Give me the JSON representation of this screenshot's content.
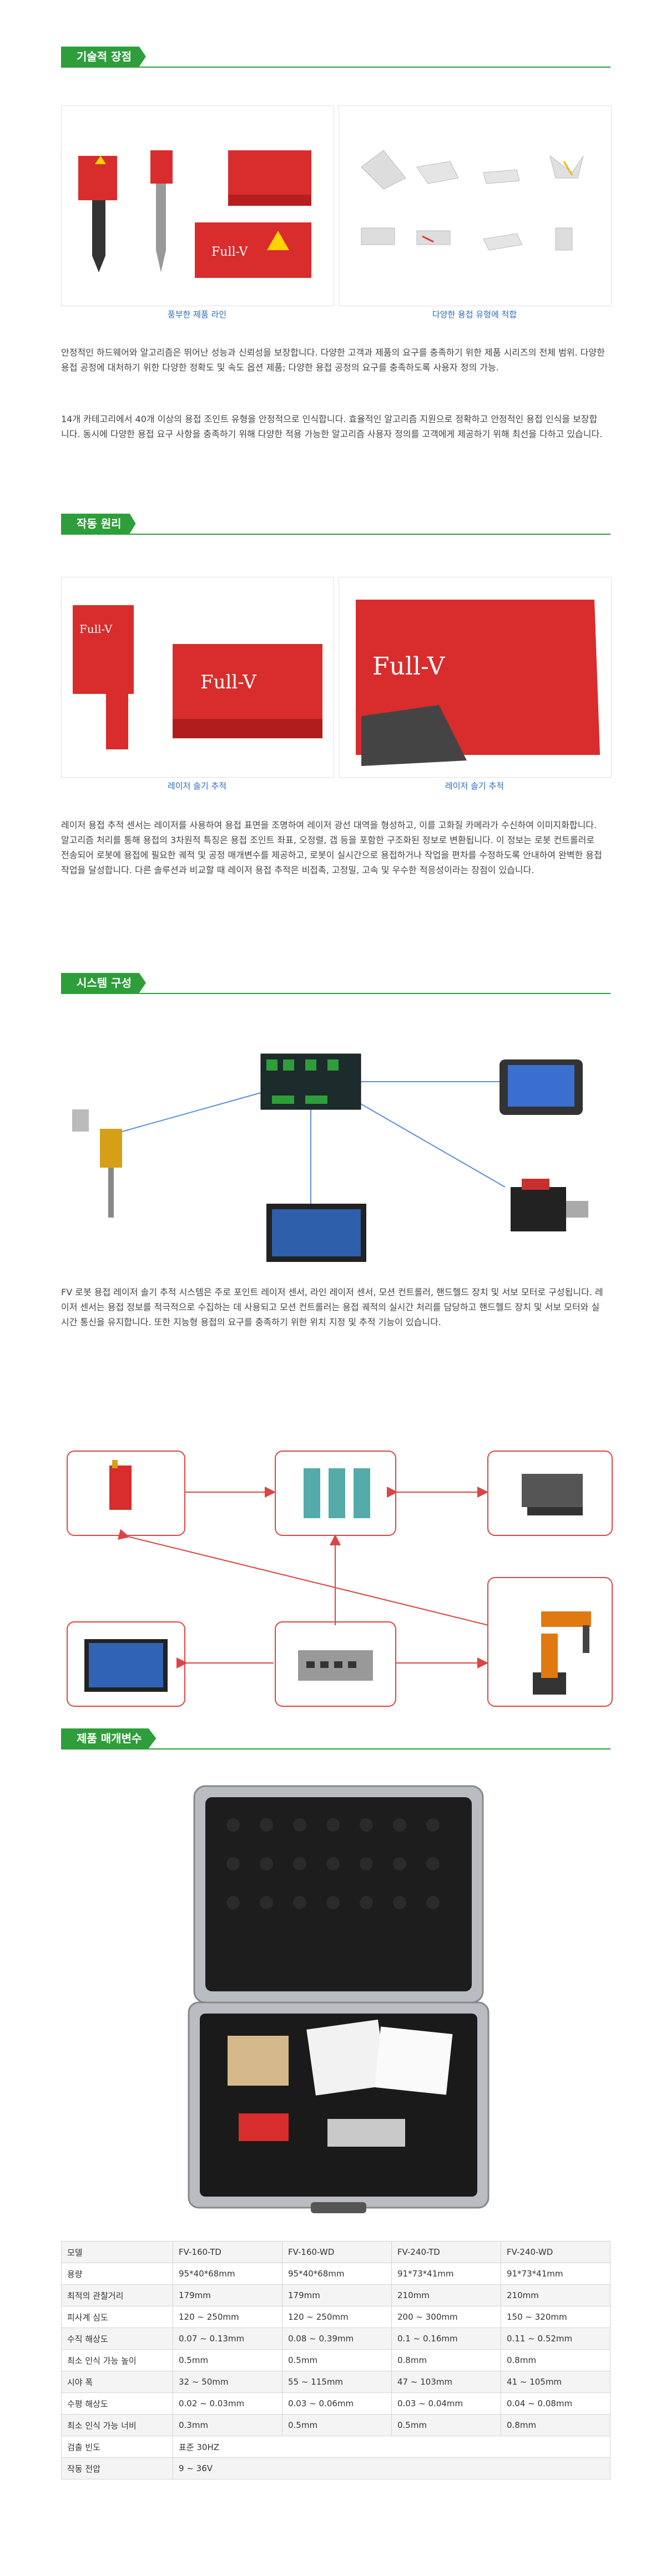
{
  "sections": {
    "tech": "기술적 장점",
    "principle": "작동 원리",
    "system": "시스템 구성",
    "params": "제품 매개변수"
  },
  "captions": {
    "product_line": "풍부한 제품 라인",
    "weld_types": "다양한 용접 유형에 적합",
    "tracking_left": "레이저 솔기 추적",
    "tracking_right": "레이저 솔기 추적"
  },
  "brand": {
    "logo": "Full-V"
  },
  "paragraphs": {
    "tech_1": "안정적인 하드웨어와 알고리즘은 뛰어난 성능과 신뢰성을 보장합니다. 다양한 고객과 제품의 요구를 충족하기 위한 제품 시리즈의 전체 범위. 다양한 용접 공정에 대처하기 위한 다양한 정확도 및 속도 옵션 제품; 다양한 용접 공정의 요구를 충족하도록 사용자 정의 가능.",
    "tech_2": "14개 카테고리에서 40개 이상의 용접 조인트 유형을 안정적으로 인식합니다. 효율적인 알고리즘 지원으로 정확하고 안정적인 용접 인식을 보장합니다. 동시에 다양한 용접 요구 사항을 충족하기 위해 다양한 적용 가능한 알고리즘 사용자 정의를 고객에게 제공하기 위해 최선을 다하고 있습니다.",
    "principle": "레이저 용접 추적 센서는 레이저를 사용하여 용접 표면을 조명하여 레이저 광선 대역을 형성하고, 이를 고화질 카메라가 수신하여 이미지화합니다. 알고리즘 처리를 통해 용접의 3차원적 특징은 용접 조인트 좌표, 오정렬, 갭 등을 포함한 구조화된 정보로 변환됩니다. 이 정보는 로봇 컨트롤러로 전송되어 로봇에 용접에 필요한 궤적 및 공정 매개변수를 제공하고, 로봇이 실시간으로 용접하거나 작업을 편차를 수정하도록 안내하여 완벽한 용접 작업을 달성합니다. 다른 솔루션과 비교할 때 레이저 용접 추적은 비접촉, 고정밀, 고속 및 우수한 적응성이라는 장점이 있습니다.",
    "system": "FV 로봇 용접 레이저 솔기 추적 시스템은 주로 포인트 레이저 센서, 라인 레이저 센서, 모션 컨트롤러, 핸드헬드 장치 및 서보 모터로 구성됩니다. 레이저 센서는 용접 정보를 적극적으로 수집하는 데 사용되고 모션 컨트롤러는 용접 궤적의 실시간 처리를 담당하고 핸드헬드 장치 및 서보 모터와 실시간 통신을 유지합니다. 또한 지능형 용접의 요구를 충족하기 위한 위치 지정 및 추적 기능이 있습니다."
  },
  "spec_table": {
    "header": [
      "모델",
      "FV-160-TD",
      "FV-160-WD",
      "FV-240-TD",
      "FV-240-WD"
    ],
    "rows": [
      [
        "용량",
        "95*40*68mm",
        "95*40*68mm",
        "91*73*41mm",
        "91*73*41mm"
      ],
      [
        "최적의 관찰거리",
        "179mm",
        "179mm",
        "210mm",
        "210mm"
      ],
      [
        "피사계 심도",
        "120 ~ 250mm",
        "120 ~ 250mm",
        "200 ~ 300mm",
        "150 ~ 320mm"
      ],
      [
        "수직 해상도",
        "0.07 ~ 0.13mm",
        "0.08 ~ 0.39mm",
        "0.1 ~ 0.16mm",
        "0.11 ~ 0.52mm"
      ],
      [
        "최소 인식 가능 높이",
        "0.5mm",
        "0.5mm",
        "0.8mm",
        "0.8mm"
      ],
      [
        "시야 폭",
        "32 ~ 50mm",
        "55 ~ 115mm",
        "47 ~ 103mm",
        "41 ~ 105mm"
      ],
      [
        "수평 해상도",
        "0.02 ~ 0.03mm",
        "0.03 ~ 0.06mm",
        "0.03 ~ 0.04mm",
        "0.04 ~ 0.08mm"
      ],
      [
        "최소 인식 가능 너비",
        "0.3mm",
        "0.5mm",
        "0.5mm",
        "0.8mm"
      ]
    ],
    "merged_rows": [
      [
        "검출 빈도",
        "표준 30HZ"
      ],
      [
        "작동 전압",
        "9 ~ 36V"
      ]
    ]
  }
}
